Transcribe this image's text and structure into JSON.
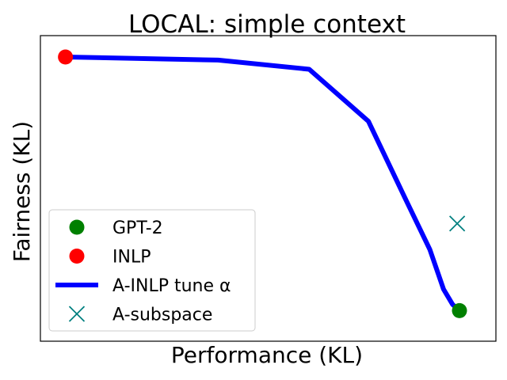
{
  "chart_data": {
    "type": "line",
    "title": "LOCAL: simple context",
    "xlabel": "Performance (KL)",
    "ylabel": "Fairness (KL)",
    "xlim": [
      0,
      1
    ],
    "ylim": [
      0,
      1
    ],
    "ticks_visible": false,
    "grid": false,
    "legend_placement": "lower-left",
    "series": [
      {
        "name": "GPT-2",
        "type": "scatter",
        "marker": "circle",
        "color": "#008000",
        "x": [
          0.92
        ],
        "y": [
          0.1
        ]
      },
      {
        "name": "INLP",
        "type": "scatter",
        "marker": "circle",
        "color": "#ff0000",
        "x": [
          0.055
        ],
        "y": [
          0.93
        ]
      },
      {
        "name": "A-INLP tune α",
        "type": "line",
        "color": "#0000ff",
        "x": [
          0.055,
          0.39,
          0.59,
          0.72,
          0.8,
          0.855,
          0.885,
          0.905,
          0.92
        ],
        "y": [
          0.93,
          0.92,
          0.89,
          0.72,
          0.47,
          0.3,
          0.17,
          0.12,
          0.1
        ]
      },
      {
        "name": "A-subspace",
        "type": "scatter",
        "marker": "x",
        "color": "#008080",
        "x": [
          0.915
        ],
        "y": [
          0.385
        ]
      }
    ]
  }
}
